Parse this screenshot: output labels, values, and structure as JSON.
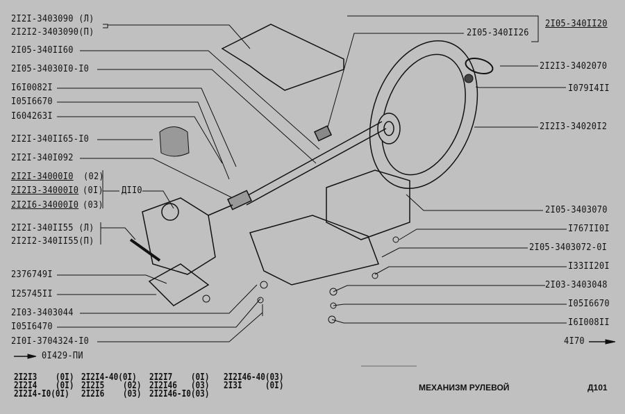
{
  "left_labels": [
    "2I2I-3403090 (Л)",
    "2I2I2-3403090(П)",
    "2I05-340II60",
    "2I05-34030I0-I0",
    "I6I0082I",
    "I05I6670",
    "I604263I",
    "2I2I-340II65-I0",
    "2I2I-340I092",
    "2I2I-34000I0",
    "(02)",
    "2I2I3-34000I0",
    "(0I)",
    "2I2I6-34000I0",
    "(03)",
    "2I2I-340II55 (Л)",
    "2I2I2-340II55(П)",
    "2376749I",
    "I25745II",
    "2I03-3403044",
    "I05I6470",
    "2I0I-3704324-I0"
  ],
  "group_label": "ДII0",
  "prev_ref": "0I429-ПИ",
  "right_labels": [
    "2I05-340II20",
    "2I05-340II26",
    "2I2I3-3402070",
    "I079I4II",
    "2I2I3-34020I2",
    "2I05-3403070",
    "I767II0I",
    "2I05-3403072-0I",
    "I33II20I",
    "2I03-3403048",
    "I05I6670",
    "I6I008II"
  ],
  "next_ref": "4I70",
  "models": [
    [
      "2I2I3    (0I)",
      "2I2I4    (0I)",
      "2I2I4-I0(0I)"
    ],
    [
      "2I2I4-40(0I)",
      "2I2I5    (02)",
      "2I2I6    (03)"
    ],
    [
      "2I2I7    (0I)",
      "2I2I46   (03)",
      "2I2I46-I0(03)"
    ],
    [
      "2I2I46-40(03)",
      "2I3I     (0I)"
    ]
  ],
  "title": "МЕХАНИЗМ РУЛЕВОЙ",
  "page_code": "Д101"
}
